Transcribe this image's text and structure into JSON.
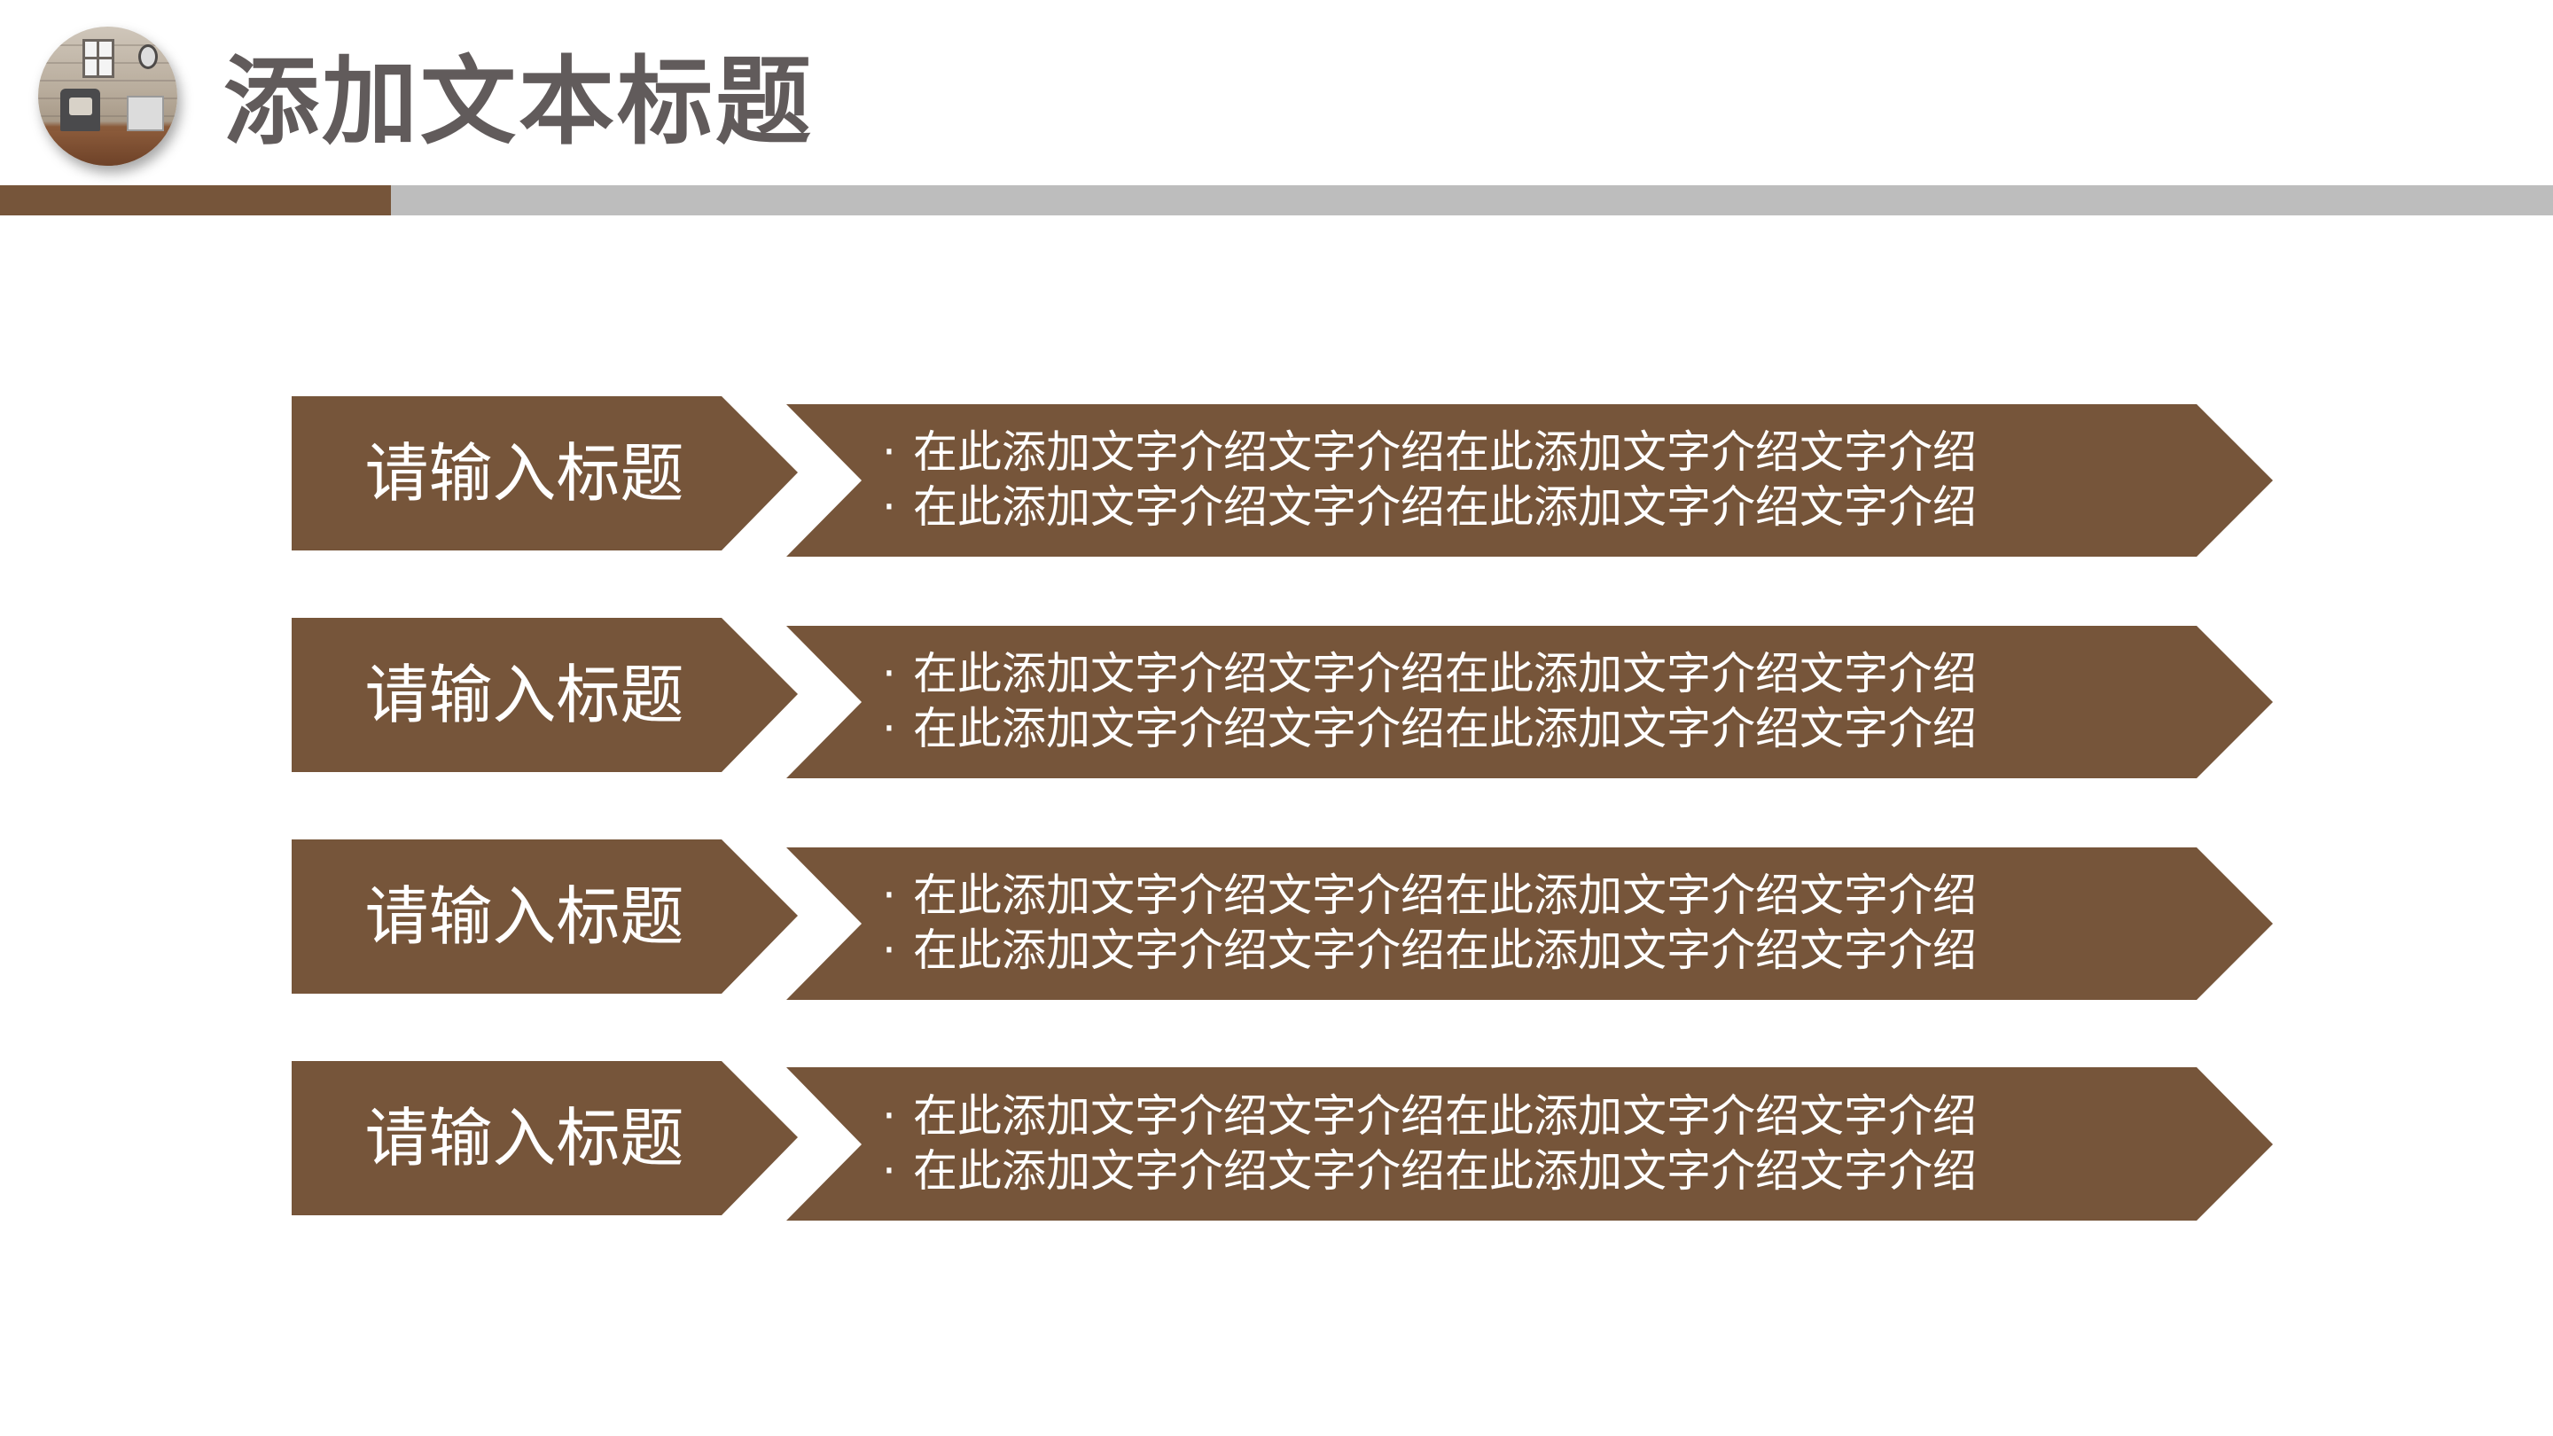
{
  "header": {
    "title": "添加文本标题",
    "logo_icon": "interior-room-photo-icon"
  },
  "colors": {
    "accent_brown": "#76553A",
    "bar_gray": "#BDBDBD",
    "title_text": "#615B5B",
    "shape_text": "#FFFFFF"
  },
  "rows": [
    {
      "title": "请输入标题",
      "bullet": "·",
      "lines": [
        "在此添加文字介绍文字介绍在此添加文字介绍文字介绍",
        "在此添加文字介绍文字介绍在此添加文字介绍文字介绍"
      ]
    },
    {
      "title": "请输入标题",
      "bullet": "·",
      "lines": [
        "在此添加文字介绍文字介绍在此添加文字介绍文字介绍",
        "在此添加文字介绍文字介绍在此添加文字介绍文字介绍"
      ]
    },
    {
      "title": "请输入标题",
      "bullet": "·",
      "lines": [
        "在此添加文字介绍文字介绍在此添加文字介绍文字介绍",
        "在此添加文字介绍文字介绍在此添加文字介绍文字介绍"
      ]
    },
    {
      "title": "请输入标题",
      "bullet": "·",
      "lines": [
        "在此添加文字介绍文字介绍在此添加文字介绍文字介绍",
        "在此添加文字介绍文字介绍在此添加文字介绍文字介绍"
      ]
    }
  ]
}
